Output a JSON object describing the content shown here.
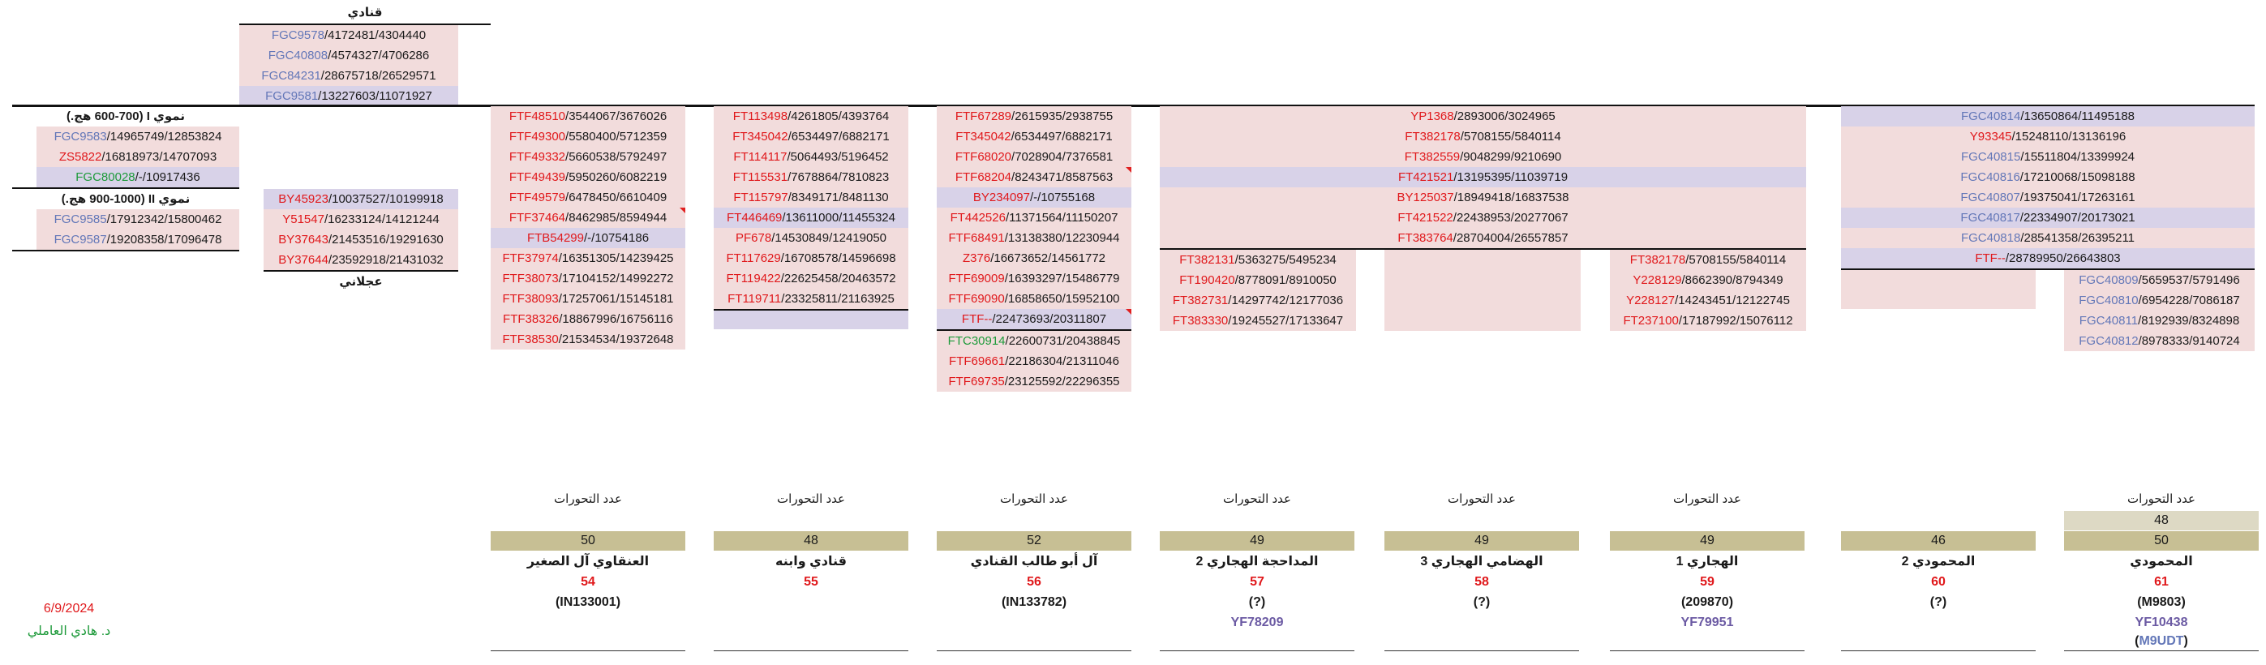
{
  "labels": {
    "qanadi": "قنادي",
    "ajlani": "عجلاني",
    "nomoi1": "نموي I (600-700 هج.)",
    "nomoi2": "نموي II (900-1000 هج.)",
    "count_label": "عدد التحورات"
  },
  "footer": {
    "date": "6/9/2024",
    "author": "د. هادي العاملي"
  },
  "colors": {
    "red": "#e0181b",
    "blue": "#6377b8",
    "green": "#1d9a3a",
    "pink": "#f2dcdc",
    "lavender": "#d8d2e8",
    "olive": "#c7bf94"
  },
  "qanadi_rows": [
    {
      "code": "FGC9578",
      "vals": "/4172481/4304440"
    },
    {
      "code": "FGC40808",
      "vals": "/4574327/4706286"
    },
    {
      "code": "FGC84231",
      "vals": "/28675718/26529571"
    },
    {
      "code": "FGC9581",
      "vals": "/13227603/11071927"
    }
  ],
  "nomoi1_rows": [
    {
      "code": "FGC9583",
      "vals": "/14965749/12853824"
    },
    {
      "code": "ZS5822",
      "vals": "/16818973/14707093"
    },
    {
      "code": "FGC80028",
      "vals": "/-/10917436"
    }
  ],
  "nomoi2_rows": [
    {
      "code": "FGC9585",
      "vals": "/17912342/15800462"
    },
    {
      "code": "FGC9587",
      "vals": "/19208358/17096478"
    }
  ],
  "ajlani_rows": [
    {
      "code": "BY45923",
      "vals": "/10037527/10199918"
    },
    {
      "code": "Y51547",
      "vals": "/16233124/14121244"
    },
    {
      "code": "BY37643",
      "vals": "/21453516/19291630"
    },
    {
      "code": "BY37644",
      "vals": "/23592918/21431032"
    }
  ],
  "col1_rows": [
    {
      "code": "FTF48510",
      "vals": "/3544067/3676026"
    },
    {
      "code": "FTF49300",
      "vals": "/5580400/5712359"
    },
    {
      "code": "FTF49332",
      "vals": "/5660538/5792497"
    },
    {
      "code": "FTF49439",
      "vals": "/5950260/6082219"
    },
    {
      "code": "FTF49579",
      "vals": "/6478450/6610409"
    },
    {
      "code": "FTF37464",
      "vals": "/8462985/8594944"
    },
    {
      "code": "FTB54299",
      "vals": "/-/10754186"
    },
    {
      "code": "FTF37974",
      "vals": "/16351305/14239425"
    },
    {
      "code": "FTF38073",
      "vals": "/17104152/14992272"
    },
    {
      "code": "FTF38093",
      "vals": "/17257061/15145181"
    },
    {
      "code": "FTF38326",
      "vals": "/18867996/16756116"
    },
    {
      "code": "FTF38530",
      "vals": "/21534534/19372648"
    }
  ],
  "col2_rows": [
    {
      "code": "FT113498",
      "vals": "/4261805/4393764"
    },
    {
      "code": "FT345042",
      "vals": "/6534497/6882171"
    },
    {
      "code": "FT114117",
      "vals": "/5064493/5196452"
    },
    {
      "code": "FT115531",
      "vals": "/7678864/7810823"
    },
    {
      "code": "FT115797",
      "vals": "/8349171/8481130"
    },
    {
      "code": "FT446469",
      "vals": "/13611000/11455324"
    },
    {
      "code": "PF678",
      "vals": "/14530849/12419050"
    },
    {
      "code": "FT117629",
      "vals": "/16708578/14596698"
    },
    {
      "code": "FT119422",
      "vals": "/22625458/20463572"
    },
    {
      "code": "FT119711",
      "vals": "/23325811/21163925"
    }
  ],
  "col3_rows": [
    {
      "code": "FTF67289",
      "vals": "/2615935/2938755"
    },
    {
      "code": "FT345042",
      "vals": "/6534497/6882171"
    },
    {
      "code": "FTF68020",
      "vals": "/7028904/7376581"
    },
    {
      "code": "FTF68204",
      "vals": "/8243471/8587563"
    },
    {
      "code": "BY234097",
      "vals": "/-/10755168"
    },
    {
      "code": "FT442526",
      "vals": "/11371564/11150207"
    },
    {
      "code": "FTF68491",
      "vals": "/13138380/12230944"
    },
    {
      "code": "Z376",
      "vals": "/16673652/14561772"
    },
    {
      "code": "FTF69009",
      "vals": "/16393297/15486779"
    },
    {
      "code": "FTF69090",
      "vals": "/16858650/15952100"
    },
    {
      "code": "FTF--",
      "vals": "/22473693/20311807"
    },
    {
      "code": "FTC30914",
      "vals": "/22600731/20438845"
    },
    {
      "code": "FTF69661",
      "vals": "/22186304/21311046"
    },
    {
      "code": "FTF69735",
      "vals": "/23125592/22296355"
    }
  ],
  "top_right_rows": [
    {
      "code": "YP1368",
      "vals": "/2893006/3024965"
    },
    {
      "code": "FT382178",
      "vals": "/5708155/5840114"
    },
    {
      "code": "FT382559",
      "vals": "/9048299/9210690"
    },
    {
      "code": "FT421521",
      "vals": "/13195395/11039719"
    },
    {
      "code": "BY125037",
      "vals": "/18949418/16837538"
    },
    {
      "code": "FT421522",
      "vals": "/22438953/20277067"
    },
    {
      "code": "FT383764",
      "vals": "/28704004/26557857"
    }
  ],
  "col4_rows": [
    {
      "code": "FT382131",
      "vals": "/5363275/5495234"
    },
    {
      "code": "FT190420",
      "vals": "/8778091/8910050"
    },
    {
      "code": "FT382731",
      "vals": "/14297742/12177036"
    },
    {
      "code": "FT383330",
      "vals": "/19245527/17133647"
    }
  ],
  "col6_rows": [
    {
      "code": "FT382178",
      "vals": "/5708155/5840114"
    },
    {
      "code": "Y228129",
      "vals": "/8662390/8794349"
    },
    {
      "code": "Y228127",
      "vals": "/14243451/12122745"
    },
    {
      "code": "FT237100",
      "vals": "/17187992/15076112"
    }
  ],
  "col7_rows": [
    {
      "code": "FGC40814",
      "vals": "/13650864/11495188"
    },
    {
      "code": "Y93345",
      "vals": "/15248110/13136196"
    },
    {
      "code": "FGC40815",
      "vals": "/15511804/13399924"
    },
    {
      "code": "FGC40816",
      "vals": "/17210068/15098188"
    },
    {
      "code": "FGC40807",
      "vals": "/19375041/17263161"
    },
    {
      "code": "FGC40817",
      "vals": "/22334907/20173021"
    },
    {
      "code": "FGC40818",
      "vals": "/28541358/26395211"
    },
    {
      "code": "FTF--",
      "vals": "/28789950/26643803"
    }
  ],
  "col8_rows": [
    {
      "code": "FGC40809",
      "vals": "/5659537/5791496"
    },
    {
      "code": "FGC40810",
      "vals": "/6954228/7086187"
    },
    {
      "code": "FGC40811",
      "vals": "/8192939/8324898"
    },
    {
      "code": "FGC40812",
      "vals": "/8978333/9140724"
    }
  ],
  "summary": [
    {
      "count": "50",
      "name": "العنقاوي آل الصغير",
      "num": "54",
      "id": "(IN133001)",
      "ref": ""
    },
    {
      "count": "48",
      "name": "قنادي وابنه",
      "num": "55",
      "id": "",
      "ref": ""
    },
    {
      "count": "52",
      "name": "آل أبو طالب القنادي",
      "num": "56",
      "id": "(IN133782)",
      "ref": ""
    },
    {
      "count": "49",
      "name": "المداحجة الهجاري 2",
      "num": "57",
      "id": "(?)",
      "ref": "YF78209"
    },
    {
      "count": "49",
      "name": "الهضامي الهجاري 3",
      "num": "58",
      "id": "(?)",
      "ref": ""
    },
    {
      "count": "49",
      "name": "الهجاري 1",
      "num": "59",
      "id": "(209870)",
      "ref": "YF79951"
    },
    {
      "count": "46",
      "name": "المحمودي 2",
      "num": "60",
      "id": "(?)",
      "ref": ""
    },
    {
      "count": "50",
      "name": "المحمودي",
      "num": "61",
      "id": "(M9803)",
      "ref": "YF10438",
      "extra_count": "48",
      "extra_ref": "M9UDT"
    }
  ]
}
